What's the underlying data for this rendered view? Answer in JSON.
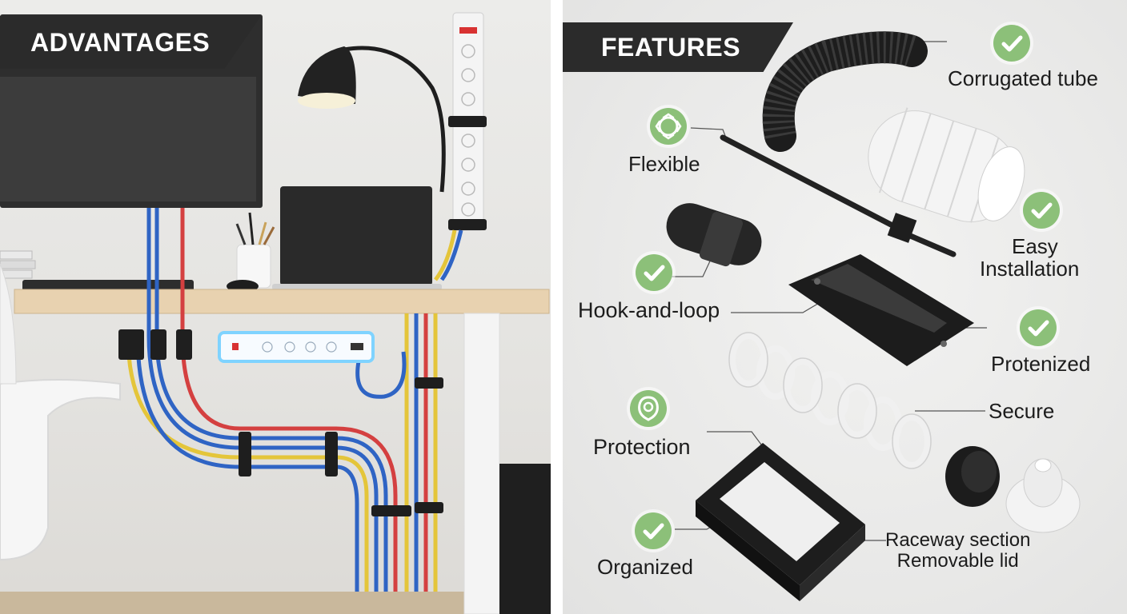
{
  "advantages": {
    "title": "ADVANTAGES"
  },
  "features": {
    "title": "FEATURES",
    "items": [
      {
        "key": "corrugated",
        "label": "Corrugated tube"
      },
      {
        "key": "flexible",
        "label": "Flexible"
      },
      {
        "key": "easy",
        "line1": "Easy",
        "line2": "Installation"
      },
      {
        "key": "hook",
        "label": "Hook-and-loop"
      },
      {
        "key": "protenized",
        "label": "Protenized"
      },
      {
        "key": "secure",
        "label": "Secure"
      },
      {
        "key": "protection",
        "label": "Protection"
      },
      {
        "key": "organized",
        "label": "Organized"
      },
      {
        "key": "raceway",
        "line1": "Raceway section",
        "line2": "Removable lid"
      }
    ]
  },
  "colors": {
    "check_green": "#8cc079",
    "banner": "#2b2b2b",
    "desk_top": "#e8d2b0"
  },
  "icons": [
    "check-icon",
    "flexible-icon",
    "protection-icon"
  ]
}
